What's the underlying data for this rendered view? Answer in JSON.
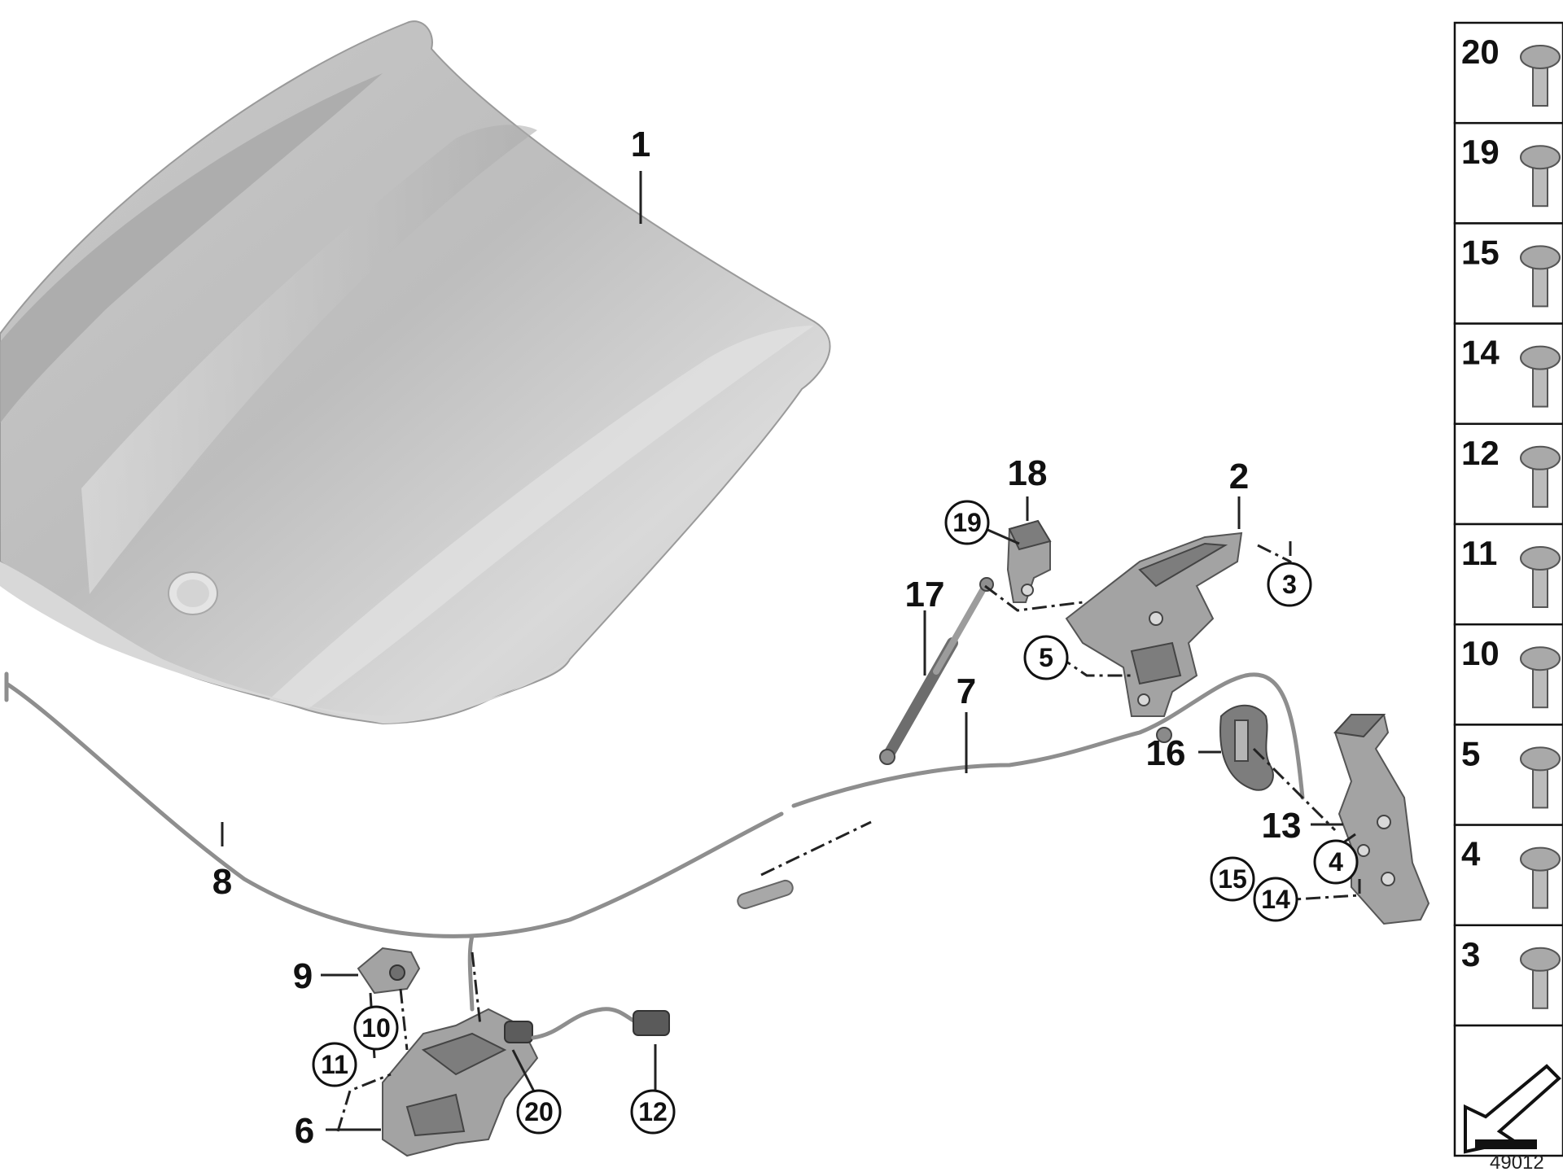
{
  "labels": {
    "p1": "1",
    "p2": "2",
    "p6": "6",
    "p7": "7",
    "p8": "8",
    "p9": "9",
    "p13": "13",
    "p16": "16",
    "p17": "17",
    "p18": "18"
  },
  "circles": {
    "c3": "3",
    "c4": "4",
    "c5": "5",
    "c10": "10",
    "c11": "11",
    "c12": "12",
    "c14": "14",
    "c15": "15",
    "c19": "19",
    "c20": "20"
  },
  "table": [
    "20",
    "19",
    "15",
    "14",
    "12",
    "11",
    "10",
    "5",
    "4",
    "3"
  ],
  "reference": "49012"
}
